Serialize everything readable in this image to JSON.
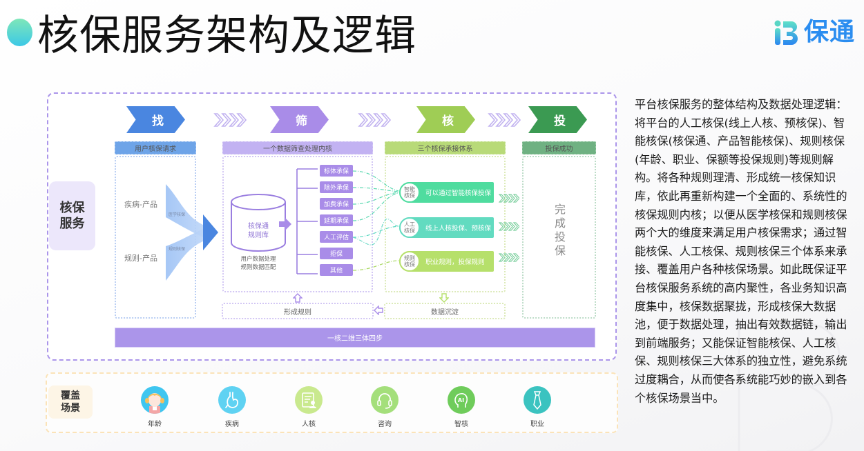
{
  "header": {
    "title": "核保服务架构及逻辑",
    "logo_text": "保通",
    "logo_mark": "iB"
  },
  "colors": {
    "step_find": "#4a86e0",
    "step_filter": "#a98ce8",
    "step_check": "#9fcd55",
    "step_issue": "#3b9a52",
    "frame_border": "#ab95ea",
    "coverage_border": "#fbe3b8",
    "smart_check": "#4fdc9f",
    "manual_check": "#62dbc0",
    "rule_check": "#b6e06b"
  },
  "diagram": {
    "core_label": "核保服务",
    "steps": [
      {
        "label": "找",
        "header": "用户核保请求"
      },
      {
        "label": "筛",
        "header": "一个数据筛查处理内核"
      },
      {
        "label": "核",
        "header": "三个核保承接体系"
      },
      {
        "label": "投",
        "header": "投保成功"
      }
    ],
    "request": {
      "inputs": [
        "疾病-产品",
        "规则-产品"
      ],
      "flow_labels": [
        "医学核保",
        "规则核保"
      ]
    },
    "engine": {
      "database_label": "核保通规则库",
      "database_line1": "核保通",
      "database_line2": "规则库",
      "caption_line1": "用户数据处理",
      "caption_line2": "规则数据匹配",
      "rules": [
        "标体承保",
        "除外承保",
        "加费承保",
        "延期承保",
        "人工评估",
        "拒保",
        "其他"
      ]
    },
    "systems": [
      {
        "circle_line1": "智能",
        "circle_line2": "核保",
        "text": "可以通过智能核保投保"
      },
      {
        "circle_line1": "人工",
        "circle_line2": "核保",
        "text": "线上人核投保、预核保"
      },
      {
        "circle_line1": "规则",
        "circle_line2": "核保",
        "text": "职业规则，投保规则"
      }
    ],
    "done_text": [
      "完",
      "成",
      "投",
      "保"
    ],
    "feedback": {
      "form_rules": "形成规则",
      "data_precipitation": "数据沉淀"
    },
    "summary": "一核二维三体四步"
  },
  "coverage": {
    "label": "覆盖场景",
    "items": [
      {
        "label": "年龄",
        "icon": "girl-avatar-icon",
        "color": "#3fc6f0"
      },
      {
        "label": "疾病",
        "icon": "stomach-icon",
        "color": "#5fd2f2"
      },
      {
        "label": "人核",
        "icon": "person-document-icon",
        "color": "#c9e98e"
      },
      {
        "label": "咨询",
        "icon": "headset-icon",
        "color": "#a4df7b"
      },
      {
        "label": "智核",
        "icon": "ai-head-icon",
        "color": "#6fcc5b"
      },
      {
        "label": "职业",
        "icon": "tie-icon",
        "color": "#3bc3c0"
      }
    ]
  },
  "description": "平台核保服务的整体结构及数据处理逻辑：将平台的人工核保(线上人核、预核保)、智能核保(核保通、产品智能核保)、规则核保(年龄、职业、保额等投保规则)等规则解构。将各种规则理清、形成统一核保知识库，依此再重新构建一个全面的、系统性的核保规则内核；以便从医学核保和规则核保两个大的维度来满足用户核保需求；通过智能核保、人工核保、规则核保三个体系来承接、覆盖用户各种核保场景。如此既保证平台核保服务系统的高内聚性，各业务知识高度集中，核保数据聚拢，形成核保大数据池，便于数据处理，抽出有效数据链，输出到前端服务；又能保证智能核保、人工核保、规则核保三大体系的独立性，避免系统过度耦合，从而使各系统能巧妙的嵌入到各个核保场景当中。"
}
